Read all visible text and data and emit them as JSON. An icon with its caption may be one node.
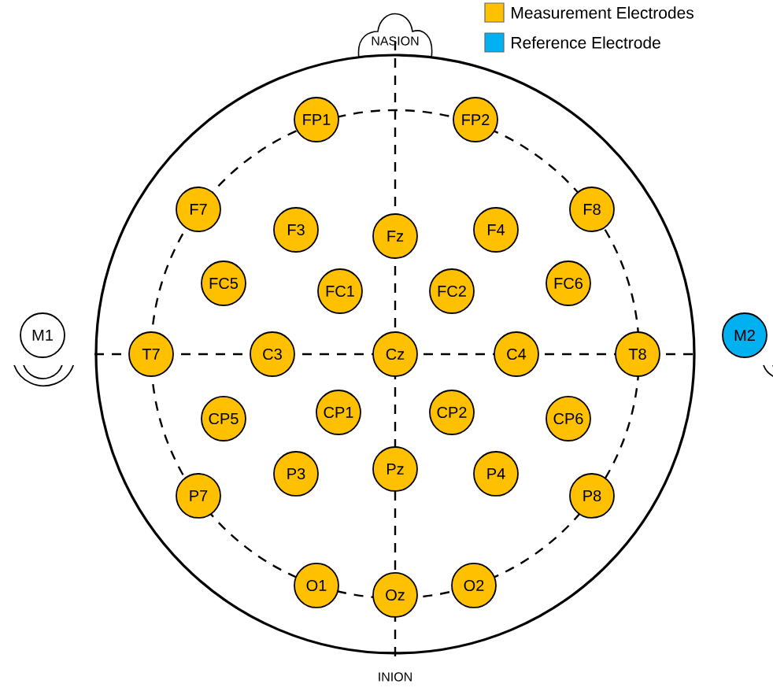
{
  "diagram": {
    "nodes": [
      {
        "text": [
          "FP1"
        ]
      },
      {
        "text": [
          "FP2"
        ]
      },
      {
        "text": [
          "F7"
        ]
      },
      {
        "text": [
          "F3"
        ]
      },
      {
        "text": [
          "Fz"
        ]
      },
      {
        "text": [
          "F4"
        ]
      },
      {
        "text": [
          "F8"
        ]
      },
      {
        "text": [
          "FC5"
        ]
      },
      {
        "text": [
          "FC1"
        ]
      },
      {
        "text": [
          "FC2"
        ]
      },
      {
        "text": [
          "FC6"
        ]
      },
      {
        "text": [
          "M1"
        ]
      },
      {
        "text": [
          "T7"
        ]
      },
      {
        "text": [
          "C3"
        ]
      },
      {
        "text": [
          "Cz"
        ]
      },
      {
        "text": [
          "C4"
        ]
      },
      {
        "text": [
          "T8"
        ]
      },
      {
        "text": [
          "M2"
        ]
      },
      {
        "text": [
          "CP5"
        ]
      },
      {
        "text": [
          "CP1"
        ]
      },
      {
        "text": [
          "CP2"
        ]
      },
      {
        "text": [
          "CP6"
        ]
      },
      {
        "text": [
          "P7"
        ]
      },
      {
        "text": [
          "P3"
        ]
      },
      {
        "text": [
          "Pz"
        ]
      },
      {
        "text": [
          "P4"
        ]
      },
      {
        "text": [
          "P8"
        ]
      },
      {
        "text": [
          "O1"
        ]
      },
      {
        "text": [
          "Oz"
        ]
      },
      {
        "text": [
          "O2"
        ]
      }
    ],
    "edges": [],
    "labels": [
      "NASION",
      "INION"
    ],
    "legend": [
      {
        "text": "Measurement Electrodes",
        "color": "#ffc000"
      },
      {
        "text": "Reference Electrode",
        "color": "#00b0f0"
      }
    ]
  }
}
